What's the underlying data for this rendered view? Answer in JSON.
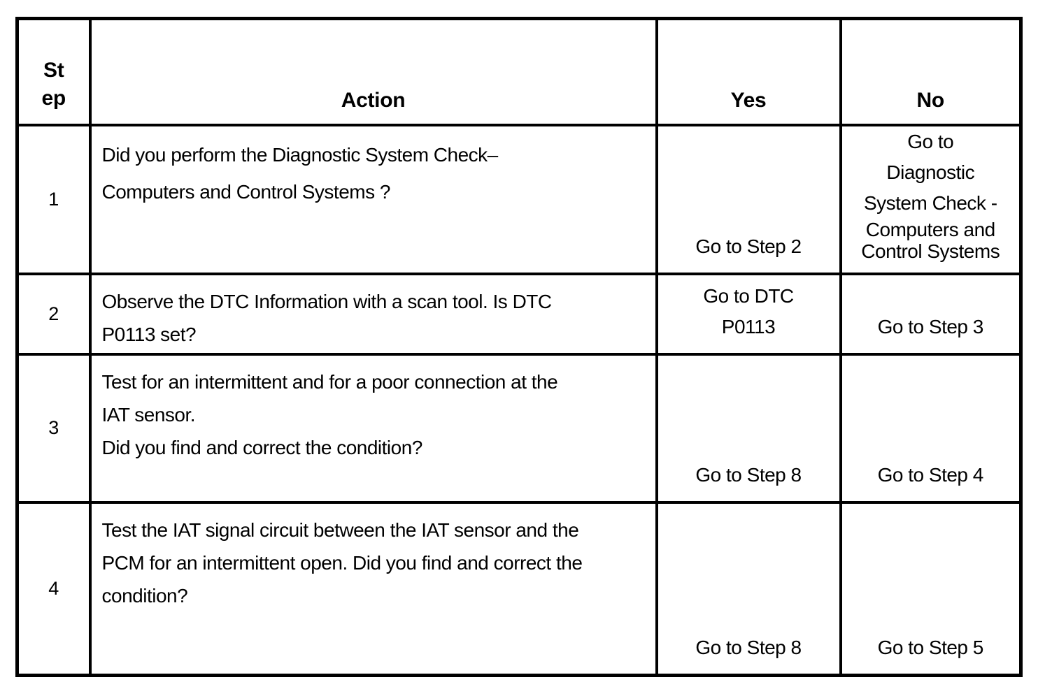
{
  "colors": {
    "border": "#000000",
    "text": "#000000",
    "background": "#ffffff"
  },
  "table": {
    "headers": {
      "step_lines": [
        "St",
        "ep"
      ],
      "action": "Action",
      "yes": "Yes",
      "no": "No"
    },
    "rows": [
      {
        "step": "1",
        "action": [
          "Did you perform the Diagnostic System Check–",
          "Computers and Control Systems ?"
        ],
        "yes": [
          "Go to Step 2"
        ],
        "no": [
          "Go to",
          "Diagnostic",
          "System Check -",
          "Computers and",
          "Control Systems"
        ]
      },
      {
        "step": "2",
        "action": [
          "Observe the DTC Information with a scan tool. Is DTC",
          "P0113 set?"
        ],
        "yes": [
          "Go to DTC",
          "P0113"
        ],
        "no": [
          "Go to Step 3"
        ]
      },
      {
        "step": "3",
        "action": [
          "Test for an intermittent and for a poor connection at the",
          "IAT sensor.",
          "Did you find and correct the condition?"
        ],
        "yes": [
          "Go to Step 8"
        ],
        "no": [
          "Go to Step 4"
        ]
      },
      {
        "step": "4",
        "action": [
          "Test the IAT signal circuit between the IAT sensor and the",
          "PCM for an intermittent open. Did you find and correct the",
          "condition?"
        ],
        "yes": [
          "Go to Step 8"
        ],
        "no": [
          "Go to Step 5"
        ]
      }
    ]
  }
}
